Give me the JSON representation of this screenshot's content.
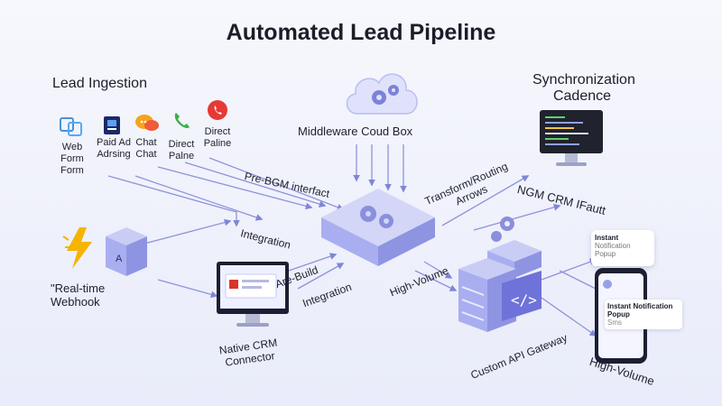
{
  "title": "Automated Lead Pipeline",
  "sections": {
    "lead_ingestion": "Lead Ingestion",
    "sync_cadence_line1": "Synchronization",
    "sync_cadence_line2": "Cadence",
    "middleware": "Middleware Coud Box"
  },
  "sources": [
    {
      "line1": "Web Form",
      "line2": "Form"
    },
    {
      "line1": "Paid Ad",
      "line2": "Adrsing"
    },
    {
      "line1": "Chat",
      "line2": "Chat"
    },
    {
      "line1": "Direct",
      "line2": "Palne"
    },
    {
      "line1": "Direct",
      "line2": "Paline"
    }
  ],
  "flow_labels": {
    "pre_bgm": "Pre-BGM interfact",
    "integration_1": "Integration",
    "are_build": "Are-Build",
    "integration_2": "Integration",
    "high_volume_1": "High-Volume",
    "transform_1": "Transform/Routing",
    "transform_2": "Arrows",
    "ngm_crm": "NGM CRM IFautt",
    "custom_api": "Custom API Gateway",
    "high_volume_2": "High-Volume"
  },
  "webhook": {
    "line1": "\"Real-time",
    "line2": "Webhook"
  },
  "native_crm": {
    "line1": "Native CRM",
    "line2": "Connector"
  },
  "notifications": {
    "popup_title": "Instant",
    "popup_sub": "Notification Popup",
    "phone_title": "Instant Notification Popup",
    "phone_sub": "Sms"
  },
  "colors": {
    "accent": "#6f72d8",
    "wire": "#7f86d6",
    "cube_top": "#c9cdf5",
    "cube_side": "#8e94e2",
    "cube_front": "#a9aef0",
    "bolt": "#f4b400",
    "phone_green": "#3fae49",
    "phone_red": "#e53935"
  },
  "icons": [
    "web-form-icon",
    "paid-ad-icon",
    "chat-icon",
    "phone-icon",
    "phone-red-icon",
    "cloud-icon",
    "gear-icon",
    "lightning-icon",
    "monitor-icon",
    "server-icon",
    "code-icon",
    "smartphone-icon"
  ]
}
